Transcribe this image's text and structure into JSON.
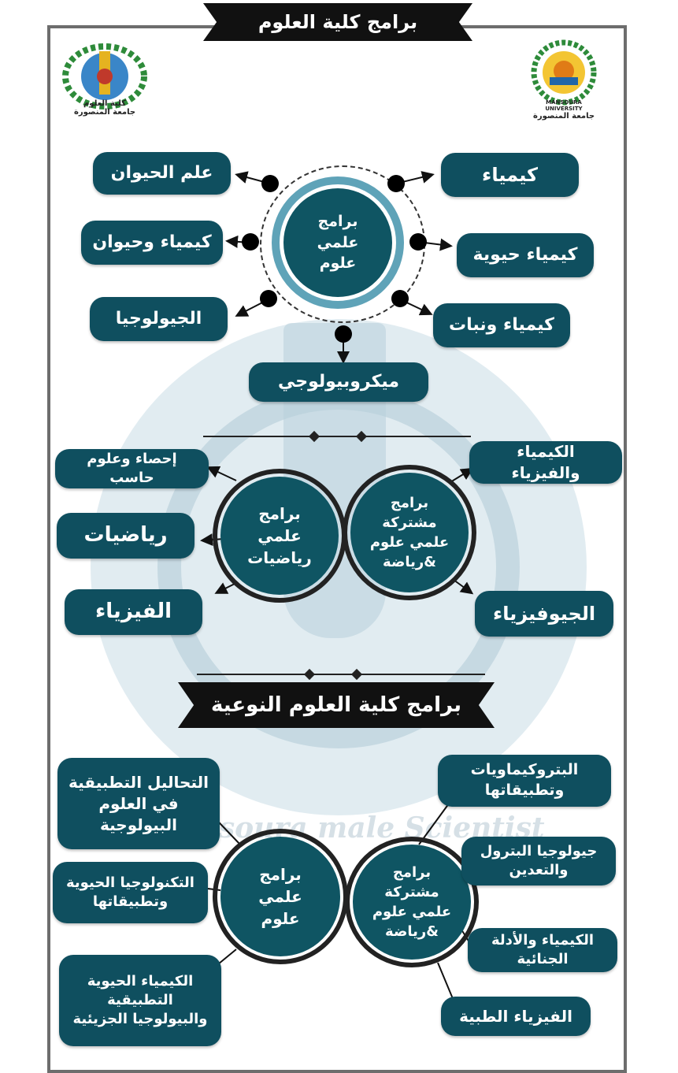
{
  "header": {
    "title": "برامج كلية العلوم"
  },
  "logos": {
    "left_caption_line1": "كلية العلوم",
    "left_caption_line2": "جامعة المنصورة",
    "right_caption_line1": "MANSOURA UNIVERSITY",
    "right_caption_line2": "جامعة المنصورة"
  },
  "section1": {
    "center": "برامج علمي علوم",
    "right": [
      "كيمياء",
      "كيمياء حيوية",
      "كيمياء ونبات"
    ],
    "left": [
      "علم الحيوان",
      "كيمياء وحيوان",
      "الجيولوجيا"
    ],
    "bottom": "ميكروبيولوجي"
  },
  "section2": {
    "joint_center": "برامج مشتركة علمي علوم &رياضة",
    "math_center": "برامج علمي رياضيات",
    "right": [
      "الكيمياء والفيزياء",
      "الجيوفيزياء"
    ],
    "left": [
      "إحصاء وعلوم حاسب",
      "رياضيات",
      "الفيزياء"
    ]
  },
  "section3": {
    "title": "برامج كلية العلوم النوعية",
    "science_center": "برامج علمي علوم",
    "joint_center": "برامج مشتركة علمي علوم &رياضة",
    "left": [
      "التحاليل التطبيقية في العلوم البيولوجية",
      "التكنولوجيا الحيوية وتطبيقاتها",
      "الكيمياء الحيوية التطبيقية والبيولوجيا الجزيئية"
    ],
    "right": [
      "البتروكيماويات وتطبيقاتها",
      "جيولوجيا البترول والتعدين",
      "الكيمياء والأدلة الجنائية",
      "الفيزياء الطبية"
    ]
  },
  "watermark": "Mansoura male Scientist",
  "colors": {
    "pill": "#0f4f5f",
    "circle": "#0f5563",
    "banner": "#111111",
    "frame": "#6d6d6d"
  }
}
